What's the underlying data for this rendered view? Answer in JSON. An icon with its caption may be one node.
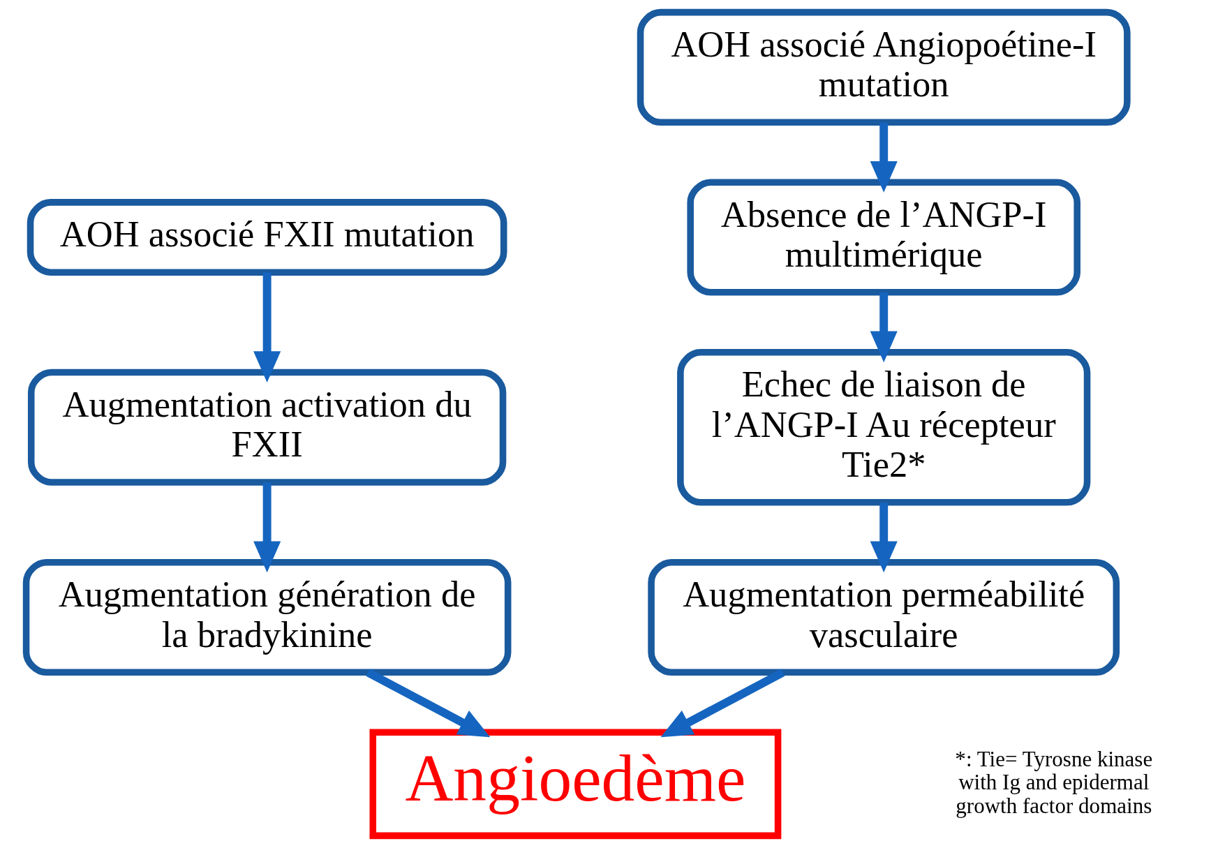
{
  "diagram": {
    "nodes": [
      {
        "text": [
          "AOH associé FXII mutation"
        ]
      },
      {
        "text": [
          "Augmentation activation du FXII"
        ]
      },
      {
        "text": [
          "Augmentation génération de la bradykinine"
        ]
      },
      {
        "text": [
          "AOH associé Angiopoétine-I mutation"
        ]
      },
      {
        "text": [
          "Absence de l’ANGP-I multimérique"
        ]
      },
      {
        "text": [
          "Echec de liaison de l’ANGP-I Au récepteur Tie2*"
        ]
      },
      {
        "text": [
          "Augmentation perméabilité vasculaire"
        ]
      },
      {
        "text": [
          "Angioedème"
        ]
      }
    ],
    "edges": [
      {
        "from": 0,
        "to": 1,
        "arrow": "to"
      },
      {
        "from": 1,
        "to": 2,
        "arrow": "to"
      },
      {
        "from": 3,
        "to": 4,
        "arrow": "to"
      },
      {
        "from": 4,
        "to": 5,
        "arrow": "to"
      },
      {
        "from": 5,
        "to": 6,
        "arrow": "to"
      },
      {
        "from": 2,
        "to": 7,
        "arrow": "to"
      },
      {
        "from": 6,
        "to": 7,
        "arrow": "to"
      }
    ],
    "labels": [
      "*: Tie= Tyrosne kinase with Ig and epidermal growth factor domains"
    ]
  }
}
